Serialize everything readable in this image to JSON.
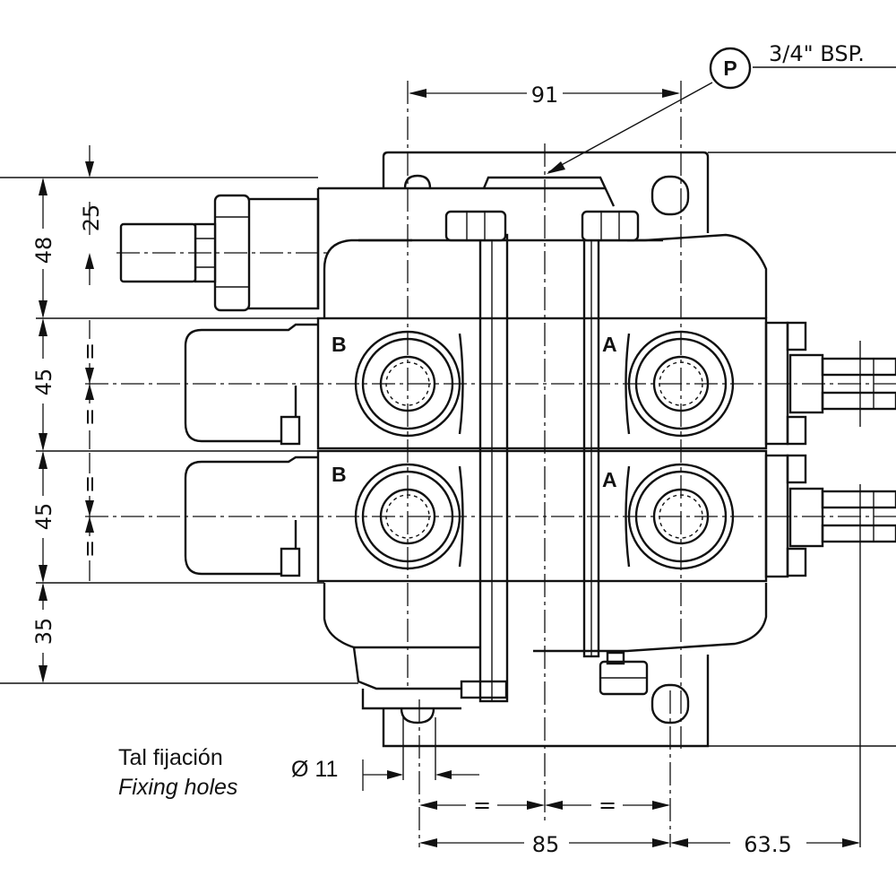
{
  "dimensions": {
    "width_top": "91",
    "height_boss": "25",
    "height_top": "48",
    "height_section_1": "45",
    "height_section_2": "45",
    "height_bottom": "35",
    "hole_diameter": "Ø 11",
    "hole_pitch": "85",
    "offset_right": "63.5",
    "equal_mark": "="
  },
  "pressure_port": {
    "symbol": "P",
    "thread": "3/4\" BSP."
  },
  "port_letters": {
    "b_upper": "B",
    "a_upper": "A",
    "b_lower": "B",
    "a_lower": "A"
  },
  "fixing_note": {
    "spanish": "Tal fijación",
    "english": "Fixing holes"
  }
}
